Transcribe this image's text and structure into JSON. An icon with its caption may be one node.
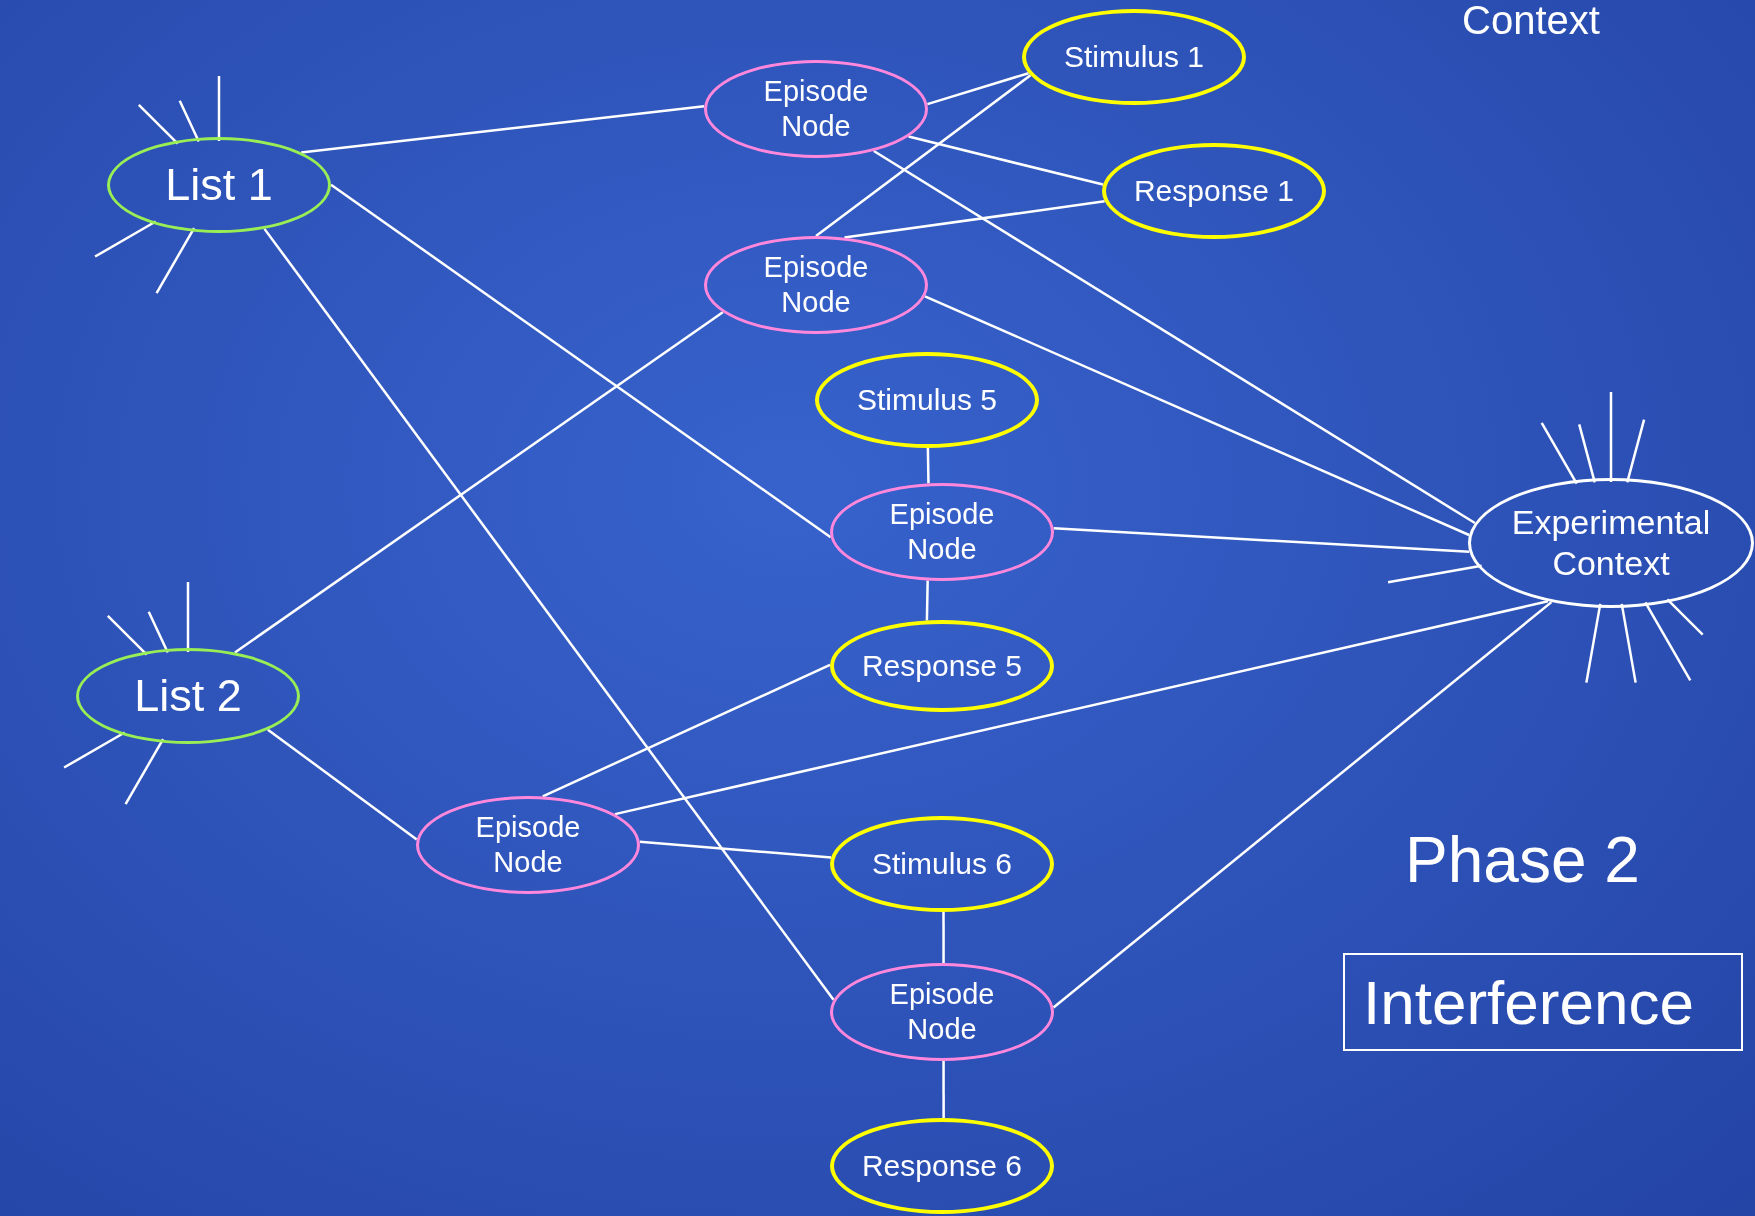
{
  "diagram": {
    "nodes": [
      {
        "text": [
          "List 1"
        ]
      },
      {
        "text": [
          "List 2"
        ]
      },
      {
        "text": [
          "Episode Node"
        ]
      },
      {
        "text": [
          "Stimulus 1"
        ]
      },
      {
        "text": [
          "Response 1"
        ]
      },
      {
        "text": [
          "Episode Node"
        ]
      },
      {
        "text": [
          "Stimulus 5"
        ]
      },
      {
        "text": [
          "Episode Node"
        ]
      },
      {
        "text": [
          "Response 5"
        ]
      },
      {
        "text": [
          "Episode Node"
        ]
      },
      {
        "text": [
          "Stimulus 6"
        ]
      },
      {
        "text": [
          "Episode Node"
        ]
      },
      {
        "text": [
          "Response 6"
        ]
      },
      {
        "text": [
          "Experimental Context"
        ]
      },
      {
        "text": [
          "Interference"
        ]
      }
    ],
    "edges": [
      {
        "from": 0,
        "to": 2,
        "arrow": "none"
      },
      {
        "from": 0,
        "to": 7,
        "arrow": "none"
      },
      {
        "from": 0,
        "to": 11,
        "arrow": "none"
      },
      {
        "from": 1,
        "to": 5,
        "arrow": "none"
      },
      {
        "from": 1,
        "to": 9,
        "arrow": "none"
      },
      {
        "from": 2,
        "to": 3,
        "arrow": "none"
      },
      {
        "from": 2,
        "to": 4,
        "arrow": "none"
      },
      {
        "from": 2,
        "to": 13,
        "arrow": "none"
      },
      {
        "from": 5,
        "to": 3,
        "arrow": "none"
      },
      {
        "from": 5,
        "to": 4,
        "arrow": "none"
      },
      {
        "from": 5,
        "to": 13,
        "arrow": "none"
      },
      {
        "from": 6,
        "to": 7,
        "arrow": "none"
      },
      {
        "from": 7,
        "to": 8,
        "arrow": "none"
      },
      {
        "from": 7,
        "to": 13,
        "arrow": "none"
      },
      {
        "from": 9,
        "to": 8,
        "arrow": "none"
      },
      {
        "from": 9,
        "to": 10,
        "arrow": "none"
      },
      {
        "from": 9,
        "to": 13,
        "arrow": "none"
      },
      {
        "from": 10,
        "to": 11,
        "arrow": "none"
      },
      {
        "from": 11,
        "to": 12,
        "arrow": "none"
      },
      {
        "from": 11,
        "to": 13,
        "arrow": "none"
      }
    ],
    "labels": [
      "Context",
      "Phase 2"
    ]
  }
}
